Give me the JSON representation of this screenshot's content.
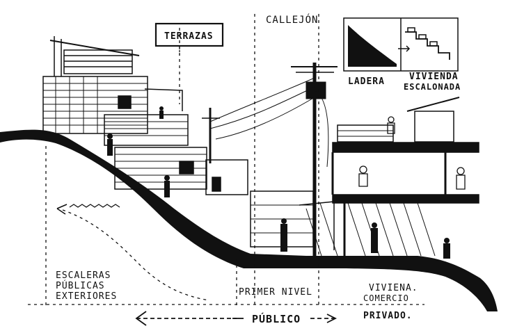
{
  "labels": {
    "terrazas": "TERRAZAS",
    "callejon": "CALLEJÓN",
    "ladera": "LADERA",
    "vivienda_line1": "VIVIENDA",
    "vivienda_line2": "ESCALONADA",
    "escaleras_line1": "ESCALERAS",
    "escaleras_line2": "PÚBLICAS",
    "escaleras_line3": "EXTERIORES",
    "primer_nivel": "PRIMER NIVEL",
    "vivienda_comercio_line1": "VIVIENA.",
    "vivienda_comercio_line2": "COMERCIO",
    "publico": "PÚBLICO",
    "privado": "PRIVADO."
  },
  "colors": {
    "ink": "#111111",
    "paper": "#ffffff"
  }
}
